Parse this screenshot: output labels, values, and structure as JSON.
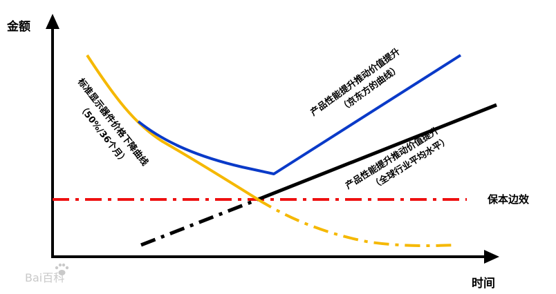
{
  "axes": {
    "y_label": "金额",
    "x_label": "时间"
  },
  "annotations": {
    "yellow_line_1": "标准显示器件价格下降曲线",
    "yellow_line_2": "（50%/36个月）",
    "blue_line_1": "产品性能提升推动价值提升",
    "blue_line_2": "（京东方的曲线）",
    "black_line_1": "产品性能提升推动价值提升",
    "black_line_2": "（全球行业平均水平）",
    "breakeven": "保本边效"
  },
  "watermark": {
    "text": "Bai百科",
    "icon": "paw-icon"
  },
  "colors": {
    "axis": "#000000",
    "yellow_curve": "#f5b800",
    "blue_curve": "#0a3ac8",
    "black_line": "#000000",
    "breakeven_line": "#ee1111",
    "background": "#ffffff"
  }
}
